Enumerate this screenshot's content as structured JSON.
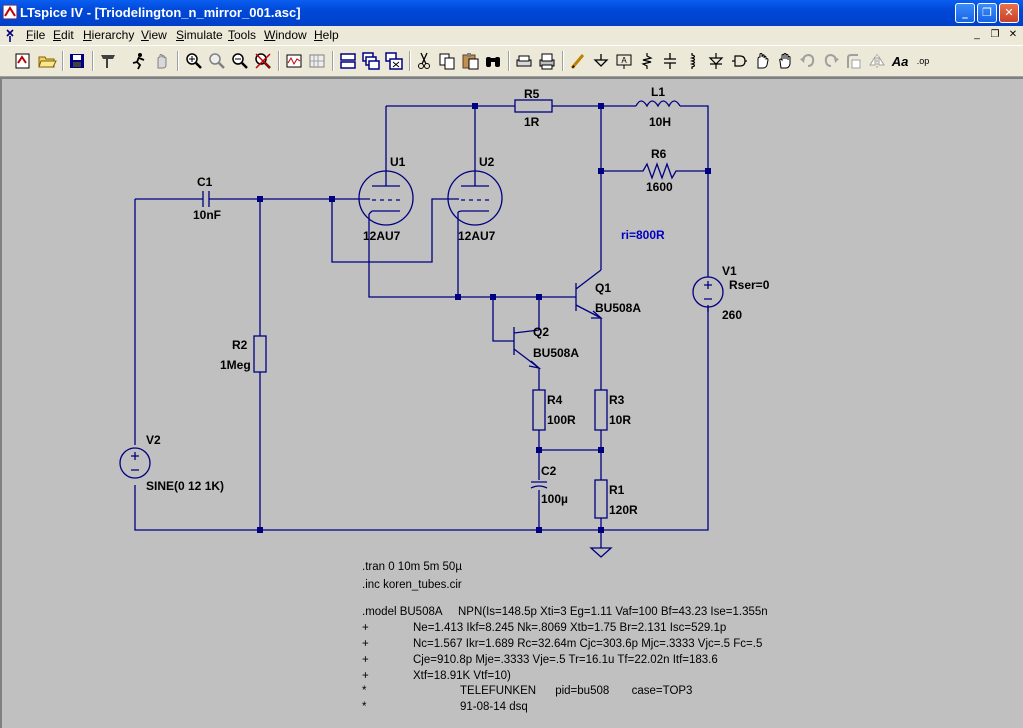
{
  "window": {
    "title": "LTspice IV - [Triodelington_n_mirror_001.asc]",
    "minimize_glyph": "_",
    "maximize_glyph": "❐",
    "close_glyph": "✕",
    "app_icon": "ltspice-icon"
  },
  "menu": {
    "items": [
      "File",
      "Edit",
      "Hierarchy",
      "View",
      "Simulate",
      "Tools",
      "Window",
      "Help"
    ],
    "mdi_minimize": "_",
    "mdi_restore": "❐",
    "mdi_close": "✕"
  },
  "toolbar": {
    "icons": [
      "new-schematic-icon",
      "open-icon",
      "save-icon",
      "control-panel-icon",
      "run-icon",
      "halt-icon",
      "zoom-in-icon",
      "pan-icon",
      "zoom-out-icon",
      "zoom-fit-icon",
      "autoscale-icon",
      "grid-icon",
      "tile-horizontal-icon",
      "cascade-icon",
      "close-all-icon",
      "cut-icon",
      "copy-icon",
      "paste-icon",
      "find-icon",
      "print-setup-icon",
      "print-icon",
      "draw-wire-icon",
      "ground-icon",
      "label-net-icon",
      "resistor-icon",
      "capacitor-icon",
      "inductor-icon",
      "diode-icon",
      "component-icon",
      "move-icon",
      "drag-icon",
      "undo-icon",
      "redo-icon",
      "rotate-icon",
      "mirror-icon",
      "text-icon",
      "spice-directive-icon"
    ],
    "text_icon_label": "Aa",
    "op_icon_label": ".op"
  },
  "colors": {
    "wire": "#000080",
    "component": "#000080",
    "text": "#000000",
    "annotation": "#0000c0",
    "canvas_bg": "#c0c0c0"
  },
  "schematic": {
    "components": {
      "R5": {
        "name": "R5",
        "value": "1R"
      },
      "L1": {
        "name": "L1",
        "value": "10H"
      },
      "R6": {
        "name": "R6",
        "value": "1600"
      },
      "C1": {
        "name": "C1",
        "value": "10nF"
      },
      "U1": {
        "name": "U1",
        "value": "12AU7"
      },
      "U2": {
        "name": "U2",
        "value": "12AU7"
      },
      "R2": {
        "name": "R2",
        "value": "1Meg"
      },
      "Q1": {
        "name": "Q1",
        "value": "BU508A"
      },
      "Q2": {
        "name": "Q2",
        "value": "BU508A"
      },
      "V1": {
        "name": "V1",
        "value": "260",
        "param": "Rser=0"
      },
      "V2": {
        "name": "V2",
        "value": "SINE(0 12 1K)"
      },
      "R4": {
        "name": "R4",
        "value": "100R"
      },
      "R3": {
        "name": "R3",
        "value": "10R"
      },
      "C2": {
        "name": "C2",
        "value": "100µ"
      },
      "R1": {
        "name": "R1",
        "value": "120R"
      }
    },
    "annotation": "ri=800R",
    "directives": [
      ".tran 0 10m 5m 50µ",
      ".inc koren_tubes.cir"
    ],
    "model_lines": [
      {
        "prefix": ".model BU508A",
        "text": "NPN(Is=148.5p Xti=3 Eg=1.11 Vaf=100 Bf=43.23 Ise=1.355n"
      },
      {
        "prefix": "+",
        "text": "Ne=1.413 Ikf=8.245 Nk=.8069 Xtb=1.75 Br=2.131 Isc=529.1p"
      },
      {
        "prefix": "+",
        "text": "Nc=1.567 Ikr=1.689 Rc=32.64m Cjc=303.6p Mjc=.3333 Vjc=.5 Fc=.5"
      },
      {
        "prefix": "+",
        "text": "Cje=910.8p Mje=.3333 Vje=.5 Tr=16.1u Tf=22.02n Itf=183.6"
      },
      {
        "prefix": "+",
        "text": "Xtf=18.91K Vtf=10)"
      },
      {
        "prefix": "*",
        "text": "TELEFUNKEN      pid=bu508       case=TOP3"
      },
      {
        "prefix": "*",
        "text": "91-08-14 dsq"
      }
    ]
  }
}
